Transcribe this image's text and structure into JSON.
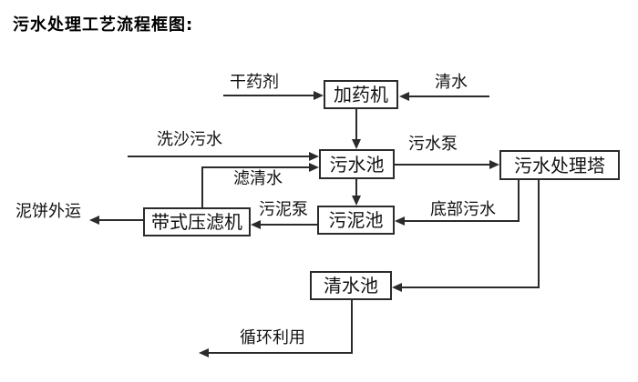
{
  "title": "污水处理工艺流程框图:",
  "diagram": {
    "type": "process-flowchart",
    "nodes": {
      "dosing_machine": {
        "label": "加药机"
      },
      "sewage_pool": {
        "label": "污水池"
      },
      "sewage_treatment_tower": {
        "label": "污水处理塔"
      },
      "sludge_pool": {
        "label": "污泥池"
      },
      "belt_filter_press": {
        "label": "带式压滤机"
      },
      "clear_water_pool": {
        "label": "清水池"
      }
    },
    "flow_labels": {
      "dry_agent": "干药剂",
      "clear_water": "清水",
      "sand_washing_sewage": "洗沙污水",
      "filtered_water": "滤清水",
      "sewage_pump": "污水泵",
      "bottom_sewage": "底部污水",
      "sludge_pump": "污泥泵",
      "mud_cake_outbound": "泥饼外运",
      "recycling": "循环利用"
    },
    "edges": [
      {
        "from": "dry_agent_source",
        "to": "dosing_machine",
        "label": "干药剂"
      },
      {
        "from": "clear_water_source",
        "to": "dosing_machine",
        "label": "清水"
      },
      {
        "from": "dosing_machine",
        "to": "sewage_pool",
        "label": ""
      },
      {
        "from": "sand_washing_source",
        "to": "sewage_pool",
        "label": "洗沙污水"
      },
      {
        "from": "belt_filter_press",
        "to": "sewage_pool",
        "label": "滤清水"
      },
      {
        "from": "sewage_pool",
        "to": "sewage_treatment_tower",
        "label": "污水泵"
      },
      {
        "from": "sewage_pool",
        "to": "sludge_pool",
        "label": ""
      },
      {
        "from": "sewage_treatment_tower",
        "to": "sludge_pool",
        "label": "底部污水"
      },
      {
        "from": "sewage_treatment_tower",
        "to": "clear_water_pool",
        "label": ""
      },
      {
        "from": "sludge_pool",
        "to": "belt_filter_press",
        "label": "污泥泵"
      },
      {
        "from": "belt_filter_press",
        "to": "outside",
        "label": "泥饼外运"
      },
      {
        "from": "clear_water_pool",
        "to": "reuse",
        "label": "循环利用"
      }
    ],
    "colors": {
      "line": "#2b2b2b",
      "text": "#111111",
      "background": "#ffffff"
    }
  }
}
